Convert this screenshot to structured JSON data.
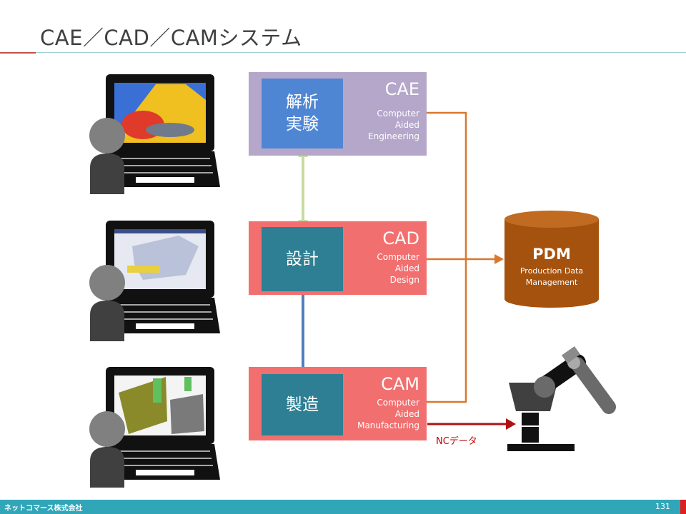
{
  "title": "CAE／CAD／CAMシステム",
  "systems": {
    "cae": {
      "inner": "解析\n実験",
      "abbr": "CAE",
      "full": "Computer\nAided\nEngineering"
    },
    "cad": {
      "inner": "設計",
      "abbr": "CAD",
      "full": "Computer\nAided\nDesign"
    },
    "cam": {
      "inner": "製造",
      "abbr": "CAM",
      "full": "Computer\nAided\nManufacturing"
    }
  },
  "pdm": {
    "abbr": "PDM",
    "line1": "Production Data",
    "line2": "Management"
  },
  "nc_label": "NCデータ",
  "footer": {
    "company": "ネットコマース株式会社",
    "page": "131"
  },
  "colors": {
    "cae_box": "#b4a7c9",
    "cae_inner": "#4f86d4",
    "cad_box": "#f26f6f",
    "cad_inner": "#2e7f93",
    "cam_box": "#f26f6f",
    "cam_inner": "#2e7f93",
    "pdm": "#a5520e",
    "flow_orange": "#d9782c",
    "nc_red": "#b01010",
    "link_green": "#c7dba1",
    "link_blue": "#4f7fc0",
    "footer": "#31a6b8"
  },
  "icons": [
    "laptop-icon",
    "person-icon",
    "database-cylinder-icon",
    "robot-arm-icon"
  ]
}
